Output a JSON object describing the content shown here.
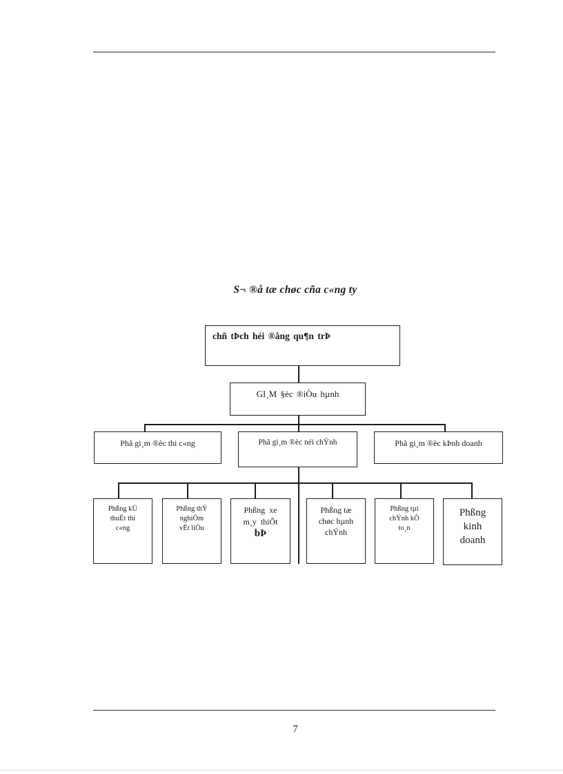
{
  "page": {
    "number": "7"
  },
  "diagram": {
    "title": "S¬ ®å tæ chøc cña c«ng ty",
    "chairman": "chñ tÞch héi ®ång qu¶n trÞ",
    "director": "GI¸M §èc ®iÒu hµnh",
    "deputies": [
      {
        "label": "Phã gi¸m ®èc thi c«ng"
      },
      {
        "label": "Phã gi¸m ®èc néi chÝnh"
      },
      {
        "label": "Phã gi¸m ®èc kÞnh doanh"
      }
    ],
    "departments": [
      {
        "lines": [
          "Phßng kÜ",
          "thuËt thi",
          "c«ng"
        ]
      },
      {
        "lines": [
          "Phßng thÝ",
          "nghiÖm",
          "vËt liÖu"
        ]
      },
      {
        "lines": [
          "Phßng  xe",
          "m¸y  thiÕt",
          "bÞ"
        ]
      },
      {
        "lines": [
          "Phßng tæ",
          "chøc hµnh",
          "chÝnh"
        ]
      },
      {
        "lines": [
          "Phßng tµi",
          "chÝnh kÕ",
          "to¸n"
        ]
      },
      {
        "lines": [
          "Phßng",
          "kinh",
          "doanh"
        ]
      }
    ],
    "colors": {
      "line": "#1c1c1c",
      "text": "#1a1a1a",
      "background": "#ffffff"
    }
  }
}
